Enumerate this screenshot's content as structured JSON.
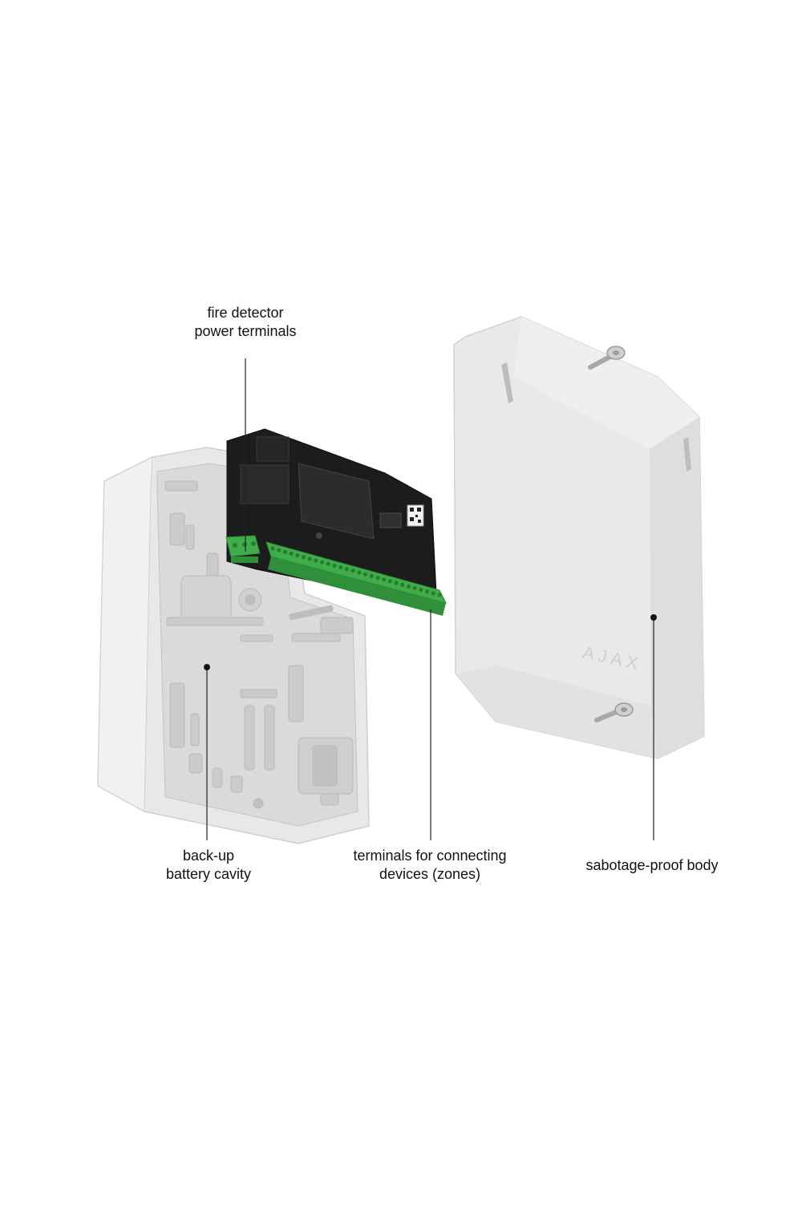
{
  "labels": {
    "fire_detector": {
      "line1": "fire detector",
      "line2": "power terminals"
    },
    "battery": {
      "line1": "back-up",
      "line2": "battery cavity"
    },
    "terminals": {
      "line1": "terminals for connecting",
      "line2": "devices (zones)"
    },
    "body": {
      "line1": "sabotage-proof body"
    }
  },
  "brand": {
    "logo_text": "AJAX"
  },
  "colors": {
    "housing": "#e9e9e9",
    "housing_shade": "#d6d6d6",
    "board": "#1c1c1c",
    "terminal_green": "#3fae4a",
    "leader_line": "#222222",
    "label_text": "#111111"
  }
}
